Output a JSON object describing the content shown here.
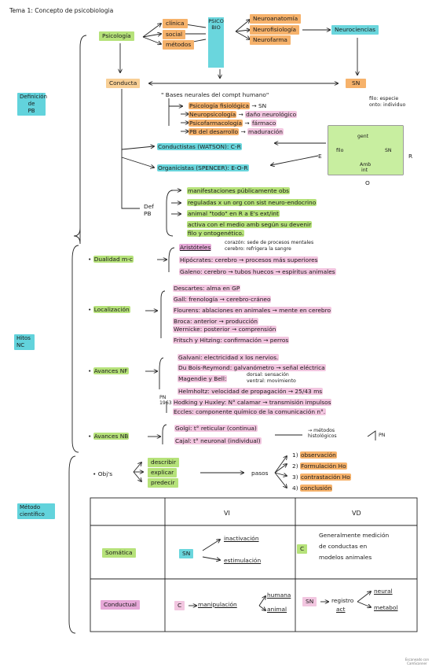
{
  "title": "Tema 1: Concepto de psicobiologia",
  "sidebar": {
    "definicion": [
      "Definición",
      "de",
      "PB"
    ],
    "hitos": [
      "Hitos",
      "NC"
    ],
    "metodo": [
      "Método",
      "científico"
    ]
  },
  "top": {
    "psicologia": "Psicología",
    "ps_items": [
      "clínica",
      "social",
      "métodos"
    ],
    "psicobio_vertical": "PSICOBIO",
    "neuro_items": [
      "Neuroanatomía",
      "Neurofisiología",
      "Neurofarma"
    ],
    "neurociencias": "Neurociencias",
    "conducta": "Conducta",
    "sn": "SN",
    "bases": "\" Bases neurales del compt humano\"",
    "filo_note": "filo: especie",
    "onto_note": "onto: individuo",
    "psico_items": [
      {
        "label": "Psicología fisiológica",
        "arrow": "→",
        "tail": "SN"
      },
      {
        "label": "Neuropsicología",
        "arrow": "→",
        "tail": "daño neurológico"
      },
      {
        "label": "Psicofarmacología",
        "arrow": "→",
        "tail": "fármaco"
      },
      {
        "label": "PB del desarrollo",
        "arrow": "→",
        "tail": "maduración"
      }
    ],
    "conductistas": "Conductistas (WATSON): C-R",
    "organicistas": "Organicistas (SPENCER): E-O-R",
    "diagram": {
      "gent": "gent",
      "filo": "filo",
      "sn": "SN",
      "amb": "Amb",
      "int": "int",
      "e": "E",
      "r": "R",
      "o": "O"
    },
    "def_pb": [
      "Def",
      "PB"
    ],
    "def_items": [
      "manifestaciones públicamente obs",
      "reguladas x un org con sist neuro-endocrino",
      "animal \"todo\" en R a E's ext/int",
      "activa con el medio amb según su devenir",
      "filo y ontogenético."
    ]
  },
  "hitos": {
    "dualidad": "Dualidad m-c",
    "aristoteles": "Aristóteles",
    "aristoteles_l1": "corazón: sede de procesos mentales",
    "aristoteles_l2": "cerebro: refrigera la sangre",
    "hipocrates": "Hipócrates: cerebro → procesos más superiores",
    "galeno": "Galeno: cerebro → tubos huecos → espíritus animales",
    "localizacion": "Localización",
    "descartes": "Descartes: alma en GP",
    "gall": "Gall: frenología → cerebro-cráneo",
    "flourens": "Flourens: ablaciones en animales → mente en cerebro",
    "broca": "Broca: anterior → producción",
    "wernicke": "Wernicke: posterior → comprensión",
    "fritsch": "Fritsch y Hitzing: confirmación → perros",
    "avances_nf": "Avances NF",
    "galvani": "Galvani: electricidad x los nervios.",
    "dubois": "Du Bois-Reymond: galvanómetro → señal eléctrica",
    "magendie": "Magendie y Bell:",
    "magendie_l1": "dorsal: sensación",
    "magendie_l2": "ventral: movimiento",
    "helmholtz": "Helmholtz: velocidad de propagación → 25/43 ms",
    "pn": [
      "PN",
      "1963"
    ],
    "hodking": "Hodking y Huxley: N° calamar → transmisión impulsos",
    "eccles": "Eccles: componente químico de la comunicación n°.",
    "avances_nb": "Avances NB",
    "golgi": "Golgi: t° reticular (continua)",
    "cajal": "Cajal: t° neuronal (individual)",
    "metodos_hist": [
      "→ métodos",
      "histológicos"
    ],
    "pn2": "PN"
  },
  "metodo": {
    "objs": "Obj's",
    "objs_items": [
      "describir",
      "explicar",
      "predecir"
    ],
    "pasos": "pasos",
    "steps": [
      {
        "n": "1)",
        "label": "observación"
      },
      {
        "n": "2)",
        "label": "Formulación Ho"
      },
      {
        "n": "3)",
        "label": "contrastación Ho"
      },
      {
        "n": "4)",
        "label": "conclusión"
      }
    ],
    "table": {
      "col_vi": "VI",
      "col_vd": "VD",
      "row1_label": "Somática",
      "row1_sn": "SN",
      "row1_vi": [
        "inactivación",
        "estimulación"
      ],
      "row1_c": "C",
      "row1_vd": [
        "Generalmente medición",
        "de conductas en",
        "modelos animales"
      ],
      "row2_label": "Conductual",
      "row2_c": "C",
      "row2_vi": "manipulación",
      "row2_vi_items": [
        "humana",
        "animal"
      ],
      "row2_sn": "SN",
      "row2_vd": [
        "registro",
        "act"
      ],
      "row2_vd_items": [
        "neural",
        "metabol"
      ]
    }
  },
  "camscanner": [
    "Escaneado con",
    "CamScanner"
  ],
  "colors": {
    "orange": "#f6b26b",
    "green": "#b6e27a",
    "cyan": "#6ad6dd",
    "pink": "#e6a8d8"
  }
}
